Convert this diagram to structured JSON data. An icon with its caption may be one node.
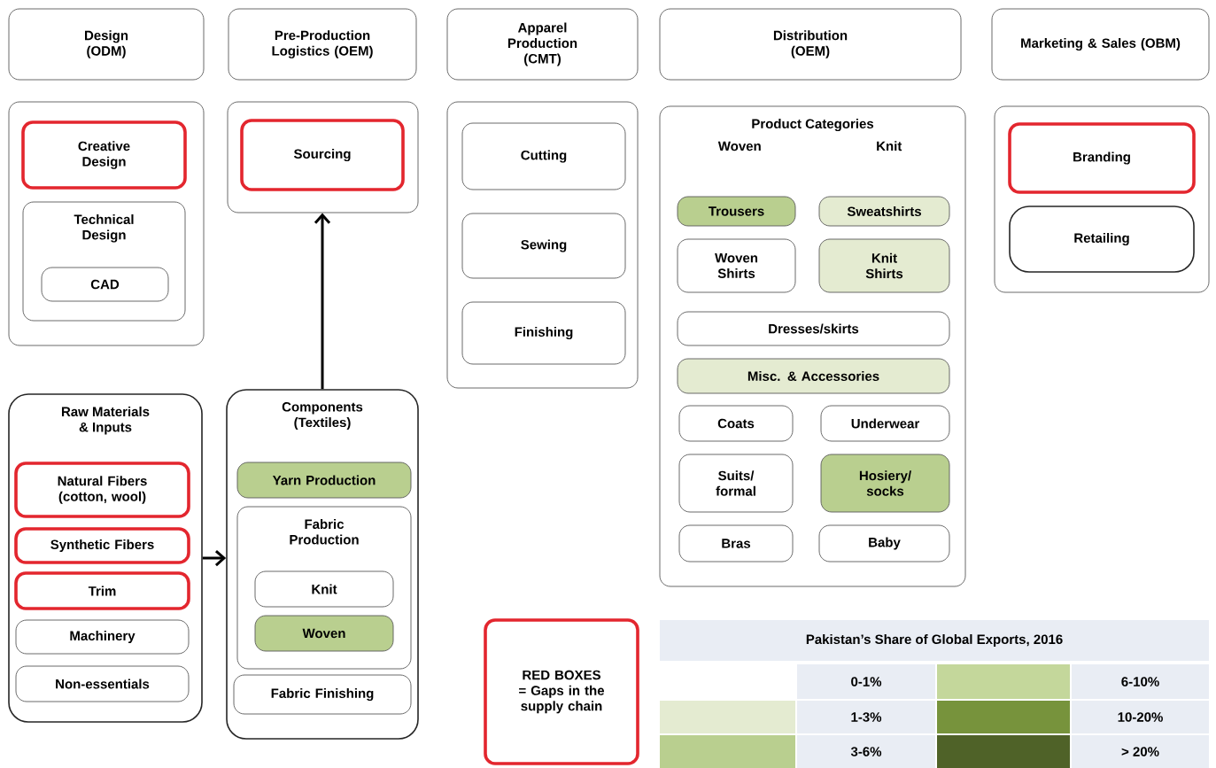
{
  "diagram": {
    "nodes": [
      {
        "text": [
          "Design (ODM)"
        ]
      },
      {
        "text": [
          "Pre-Production Logistics (OEM)"
        ]
      },
      {
        "text": [
          "Apparel Production (CMT)"
        ]
      },
      {
        "text": [
          "Distribution (OEM)"
        ]
      },
      {
        "text": [
          "Marketing & Sales (OBM)"
        ]
      },
      {
        "text": [],
        "shape": "box"
      },
      {
        "text": [
          "Creative Design"
        ],
        "in": 5
      },
      {
        "text": [
          "Technical Design"
        ],
        "in": 5
      },
      {
        "text": [
          "CAD"
        ],
        "in": 7
      },
      {
        "text": [],
        "shape": "box"
      },
      {
        "text": [
          "Sourcing"
        ],
        "in": 9
      },
      {
        "text": [],
        "shape": "box"
      },
      {
        "text": [
          "Cutting"
        ],
        "in": 11
      },
      {
        "text": [
          "Sewing"
        ],
        "in": 11
      },
      {
        "text": [
          "Finishing"
        ],
        "in": 11
      },
      {
        "text": [
          "Product Categories",
          "Woven",
          "Knit"
        ]
      },
      {
        "text": [
          "Trousers"
        ],
        "in": 15
      },
      {
        "text": [
          "Sweatshirts"
        ],
        "in": 15
      },
      {
        "text": [
          "Woven Shirts"
        ],
        "in": 15
      },
      {
        "text": [
          "Knit Shirts"
        ],
        "in": 15
      },
      {
        "text": [
          "Dresses/skirts"
        ],
        "in": 15
      },
      {
        "text": [
          "Misc. & Accessories"
        ],
        "in": 15
      },
      {
        "text": [
          "Coats"
        ],
        "in": 15
      },
      {
        "text": [
          "Underwear"
        ],
        "in": 15
      },
      {
        "text": [
          "Suits/ formal"
        ],
        "in": 15
      },
      {
        "text": [
          "Hosiery/ socks"
        ],
        "in": 15
      },
      {
        "text": [
          "Bras"
        ],
        "in": 15
      },
      {
        "text": [
          "Baby"
        ],
        "in": 15
      },
      {
        "text": [],
        "shape": "box"
      },
      {
        "text": [
          "Branding"
        ],
        "in": 28
      },
      {
        "text": [
          "Retailing"
        ],
        "in": 28
      },
      {
        "text": [
          "Raw Materials & Inputs"
        ]
      },
      {
        "text": [
          "Natural Fibers (cotton, wool)"
        ],
        "in": 31
      },
      {
        "text": [
          "Synthetic Fibers"
        ],
        "in": 31
      },
      {
        "text": [
          "Trim"
        ],
        "in": 31
      },
      {
        "text": [
          "Machinery"
        ],
        "in": 31
      },
      {
        "text": [
          "Non-essentials"
        ],
        "in": 31
      },
      {
        "text": [
          "Components (Textiles)"
        ]
      },
      {
        "text": [
          "Yarn Production"
        ],
        "in": 37
      },
      {
        "text": [
          "Fabric Production"
        ],
        "in": 37
      },
      {
        "text": [
          "Knit"
        ],
        "in": 39
      },
      {
        "text": [
          "Woven"
        ],
        "in": 39
      },
      {
        "text": [
          "Fabric Finishing"
        ],
        "in": 37
      },
      {
        "text": [
          "RED BOXES = Gaps in the supply chain"
        ]
      }
    ],
    "edges": [
      {
        "from": 37,
        "to": 9,
        "arrow": "to"
      },
      {
        "from": 31,
        "to": 37,
        "arrow": "to"
      }
    ],
    "labels": [
      "Pakistan’s Share of Global Exports, 2016"
    ],
    "legend": [
      {
        "text": "0-1%"
      },
      {
        "text": "6-10%",
        "color": "#c4d79b"
      },
      {
        "text": "1-3%",
        "color": "#e4ebd1"
      },
      {
        "text": "10-20%",
        "color": "#77933c"
      },
      {
        "text": "3-6%",
        "color": "#b9cf8f"
      },
      {
        "text": "> 20%",
        "color": "#4f6228"
      }
    ]
  }
}
